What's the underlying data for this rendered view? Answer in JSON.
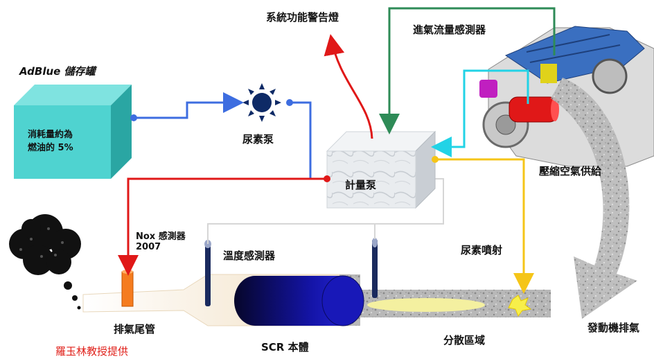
{
  "labels": {
    "adblue_title": "AdBlue 儲存罐",
    "tank_text_line1": "消耗量約為",
    "tank_text_line2": "燃油的 5%",
    "urea_pump": "尿素泵",
    "warning_lamp": "系統功能警告燈",
    "air_flow_sensor": "進氣流量感測器",
    "metering_pump": "計量泵",
    "compressed_air": "壓縮空氣供給",
    "nox_sensor_line1": "Nox 感測器",
    "nox_sensor_line2": "2007",
    "temp_sensor": "溫度感測器",
    "urea_injection": "尿素噴射",
    "tailpipe": "排氣尾管",
    "scr_body": "SCR 本體",
    "dispersion_zone": "分散區域",
    "engine_exhaust": "發動機排氣",
    "credit": "羅玉林教授提供"
  },
  "colors": {
    "tank": "#4fd3d0",
    "urea_line": "#3d6de0",
    "signal_red": "#e01818",
    "air_flow_green": "#2e8b57",
    "cyan_line": "#22d3e6",
    "yellow_line": "#f5c518",
    "scr_blue": "#1a1ab8",
    "credit_red": "#e0201a"
  }
}
